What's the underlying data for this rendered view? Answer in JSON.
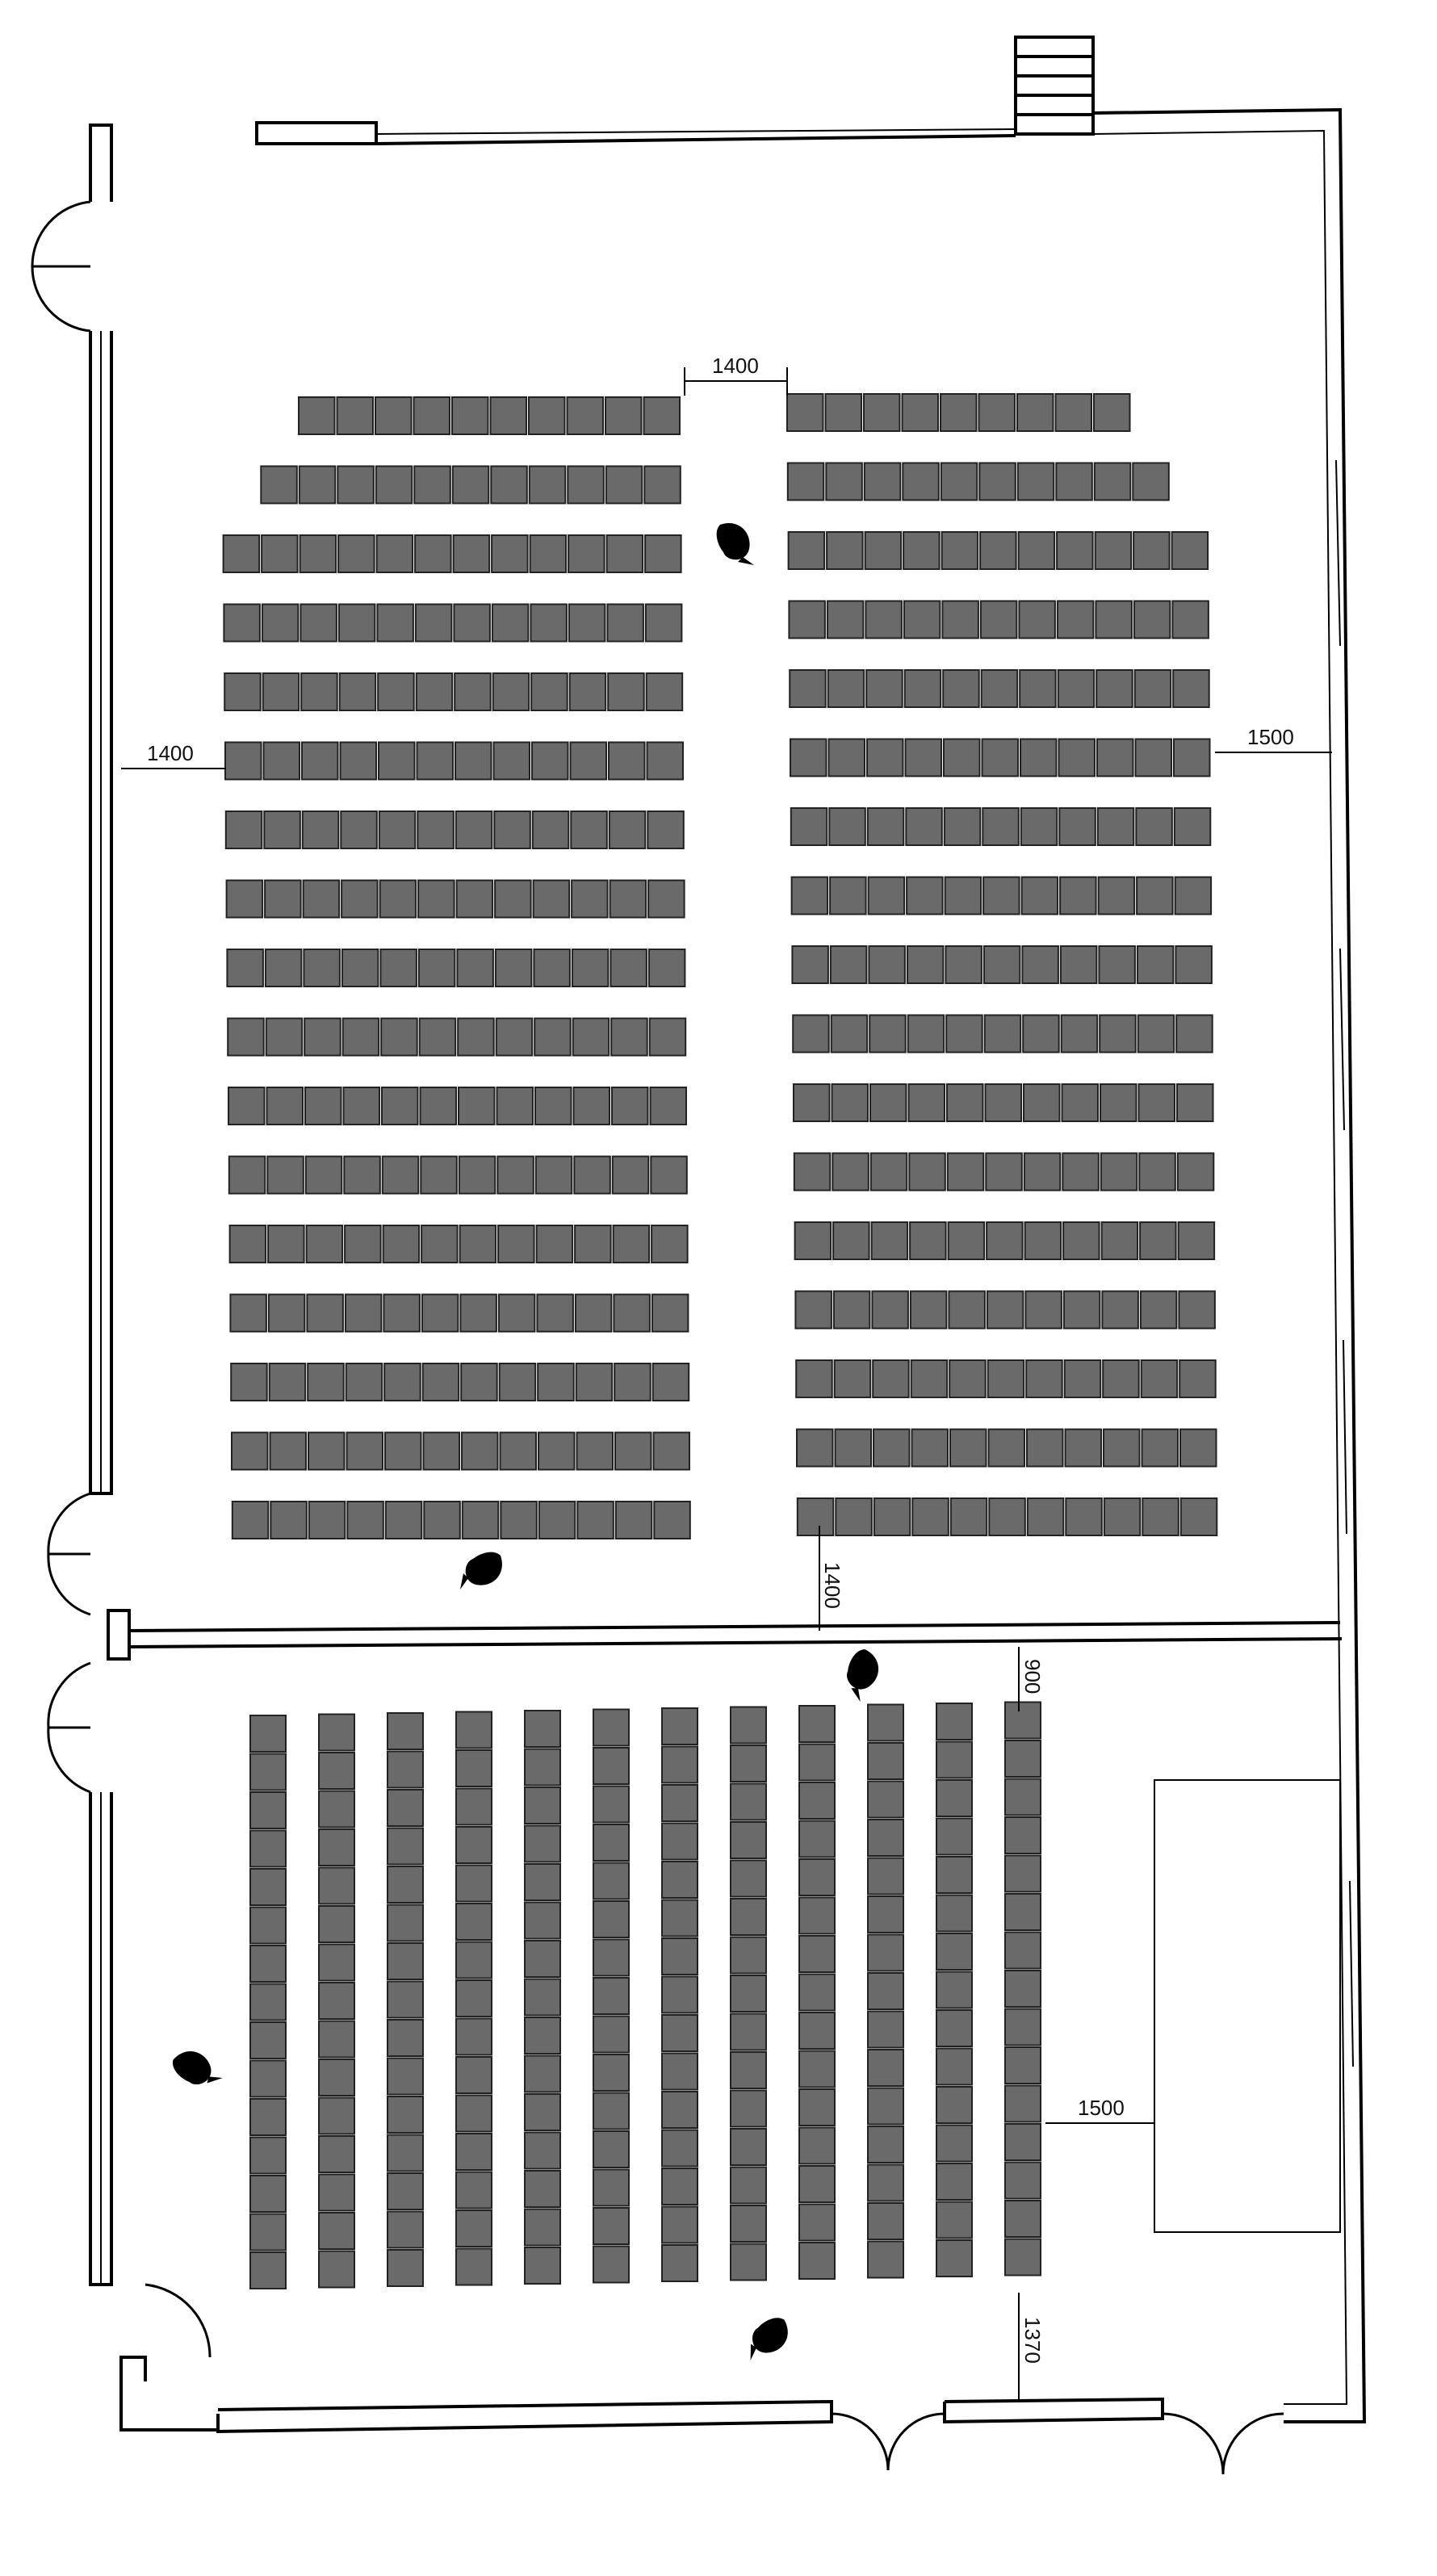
{
  "plan": {
    "upper_hall": {
      "rows_left": [
        10,
        11,
        12,
        12,
        12,
        12,
        12,
        12,
        12,
        12,
        12,
        12,
        12,
        12,
        12,
        12,
        12
      ],
      "rows_right": [
        9,
        10,
        11,
        11,
        11,
        11,
        11,
        11,
        11,
        11,
        11,
        11,
        11,
        11,
        11,
        11,
        11
      ]
    },
    "lower_hall": {
      "columns": 12,
      "seats_per_column": 15
    },
    "dimensions": {
      "center_aisle": "1400",
      "left_aisle": "1400",
      "right_aisle": "1500",
      "front_upper": "1400",
      "lower_top": "900",
      "stage_gap": "1500",
      "lower_bottom": "1370"
    },
    "colors": {
      "seat": "#6a6a6a",
      "wall": "#000000"
    }
  }
}
